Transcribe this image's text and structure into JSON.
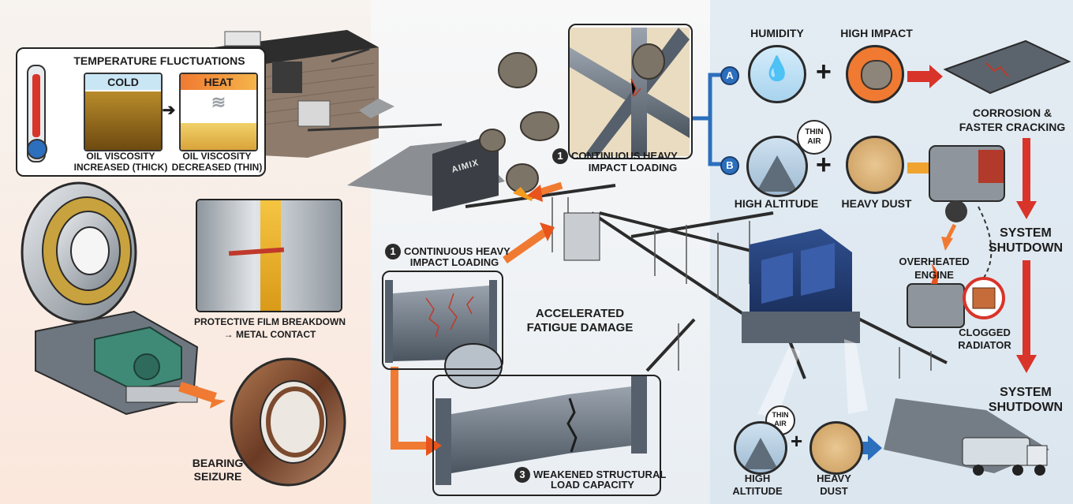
{
  "brand": "AIMIX",
  "left": {
    "temp_title": "TEMPERATURE FLUCTUATIONS",
    "cold_label": "COLD",
    "heat_label": "HEAT",
    "cold_caption_1": "OIL VISCOSITY",
    "cold_caption_2": "INCREASED (THICK)",
    "heat_caption_1": "OIL VISCOSITY",
    "heat_caption_2": "DECREASED (THIN)",
    "film_caption_1": "PROTECTIVE FILM BREAKDOWN",
    "film_caption_2": "→ METAL CONTACT",
    "seizure_1": "BEARING",
    "seizure_2": "SEIZURE",
    "colors": {
      "cold": "#c9e6f5",
      "heat": "#f07a32",
      "oil": "#c48a1c"
    }
  },
  "middle": {
    "impact_top_badge": "1",
    "impact_top_1": "CONTINUOUS HEAVY",
    "impact_top_2": "IMPACT LOADING",
    "impact_mid_badge": "1",
    "impact_mid_1": "CONTINUOUS HEAVY",
    "impact_mid_2": "IMPACT LOADING",
    "fatigue_1": "ACCELERATED",
    "fatigue_2": "FATIGUE DAMAGE",
    "weak_badge": "3",
    "weak_1": "WEAKENED STRUCTURAL",
    "weak_2": "LOAD CAPACITY"
  },
  "right": {
    "marker_a": "A",
    "marker_b": "B",
    "humidity": "HUMIDITY",
    "high_impact": "HIGH IMPACT",
    "corrosion_1": "CORROSION &",
    "corrosion_2": "FASTER CRACKING",
    "thin_air_1": "THIN",
    "thin_air_2": "AIR",
    "high_altitude": "HIGH ALTITUDE",
    "heavy_dust": "HEAVY DUST",
    "shutdown_1a": "SYSTEM",
    "shutdown_1b": "SHUTDOWN",
    "overheated_1": "OVERHEATED",
    "overheated_2": "ENGINE",
    "clogged_1": "CLOGGED",
    "clogged_2": "RADIATOR",
    "shutdown_2a": "SYSTEM",
    "shutdown_2b": "SHUTDOWN",
    "bottom_thin_1": "THIN",
    "bottom_thin_2": "AIR",
    "bottom_alt_1": "HIGH",
    "bottom_alt_2": "ALTITUDE",
    "bottom_dust_1": "HEAVY",
    "bottom_dust_2": "DUST",
    "colors": {
      "marker": "#2c6fbd",
      "arrow": "#d8342a"
    }
  }
}
